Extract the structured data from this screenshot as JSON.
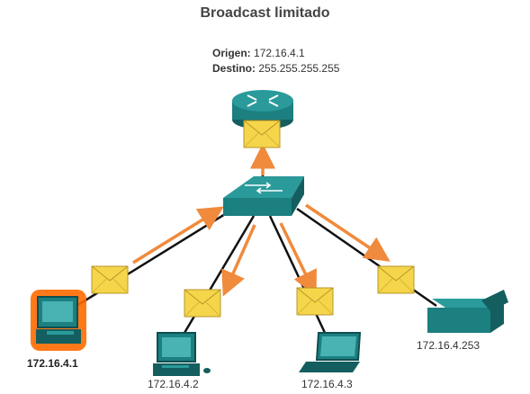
{
  "title": "Broadcast limitado",
  "origin": {
    "label": "Origen:",
    "value": "172.16.4.1"
  },
  "destination": {
    "label": "Destino:",
    "value": "255.255.255.255"
  },
  "hosts": {
    "source_pc": "172.16.4.1",
    "pc2": "172.16.4.2",
    "laptop3": "172.16.4.3",
    "printer": "172.16.4.253"
  },
  "colors": {
    "device": "#1c7f80",
    "device_dark": "#145e5f",
    "arrow": "#f08a3c",
    "envelope": "#f5d54a",
    "highlight": "#ff6a00"
  }
}
